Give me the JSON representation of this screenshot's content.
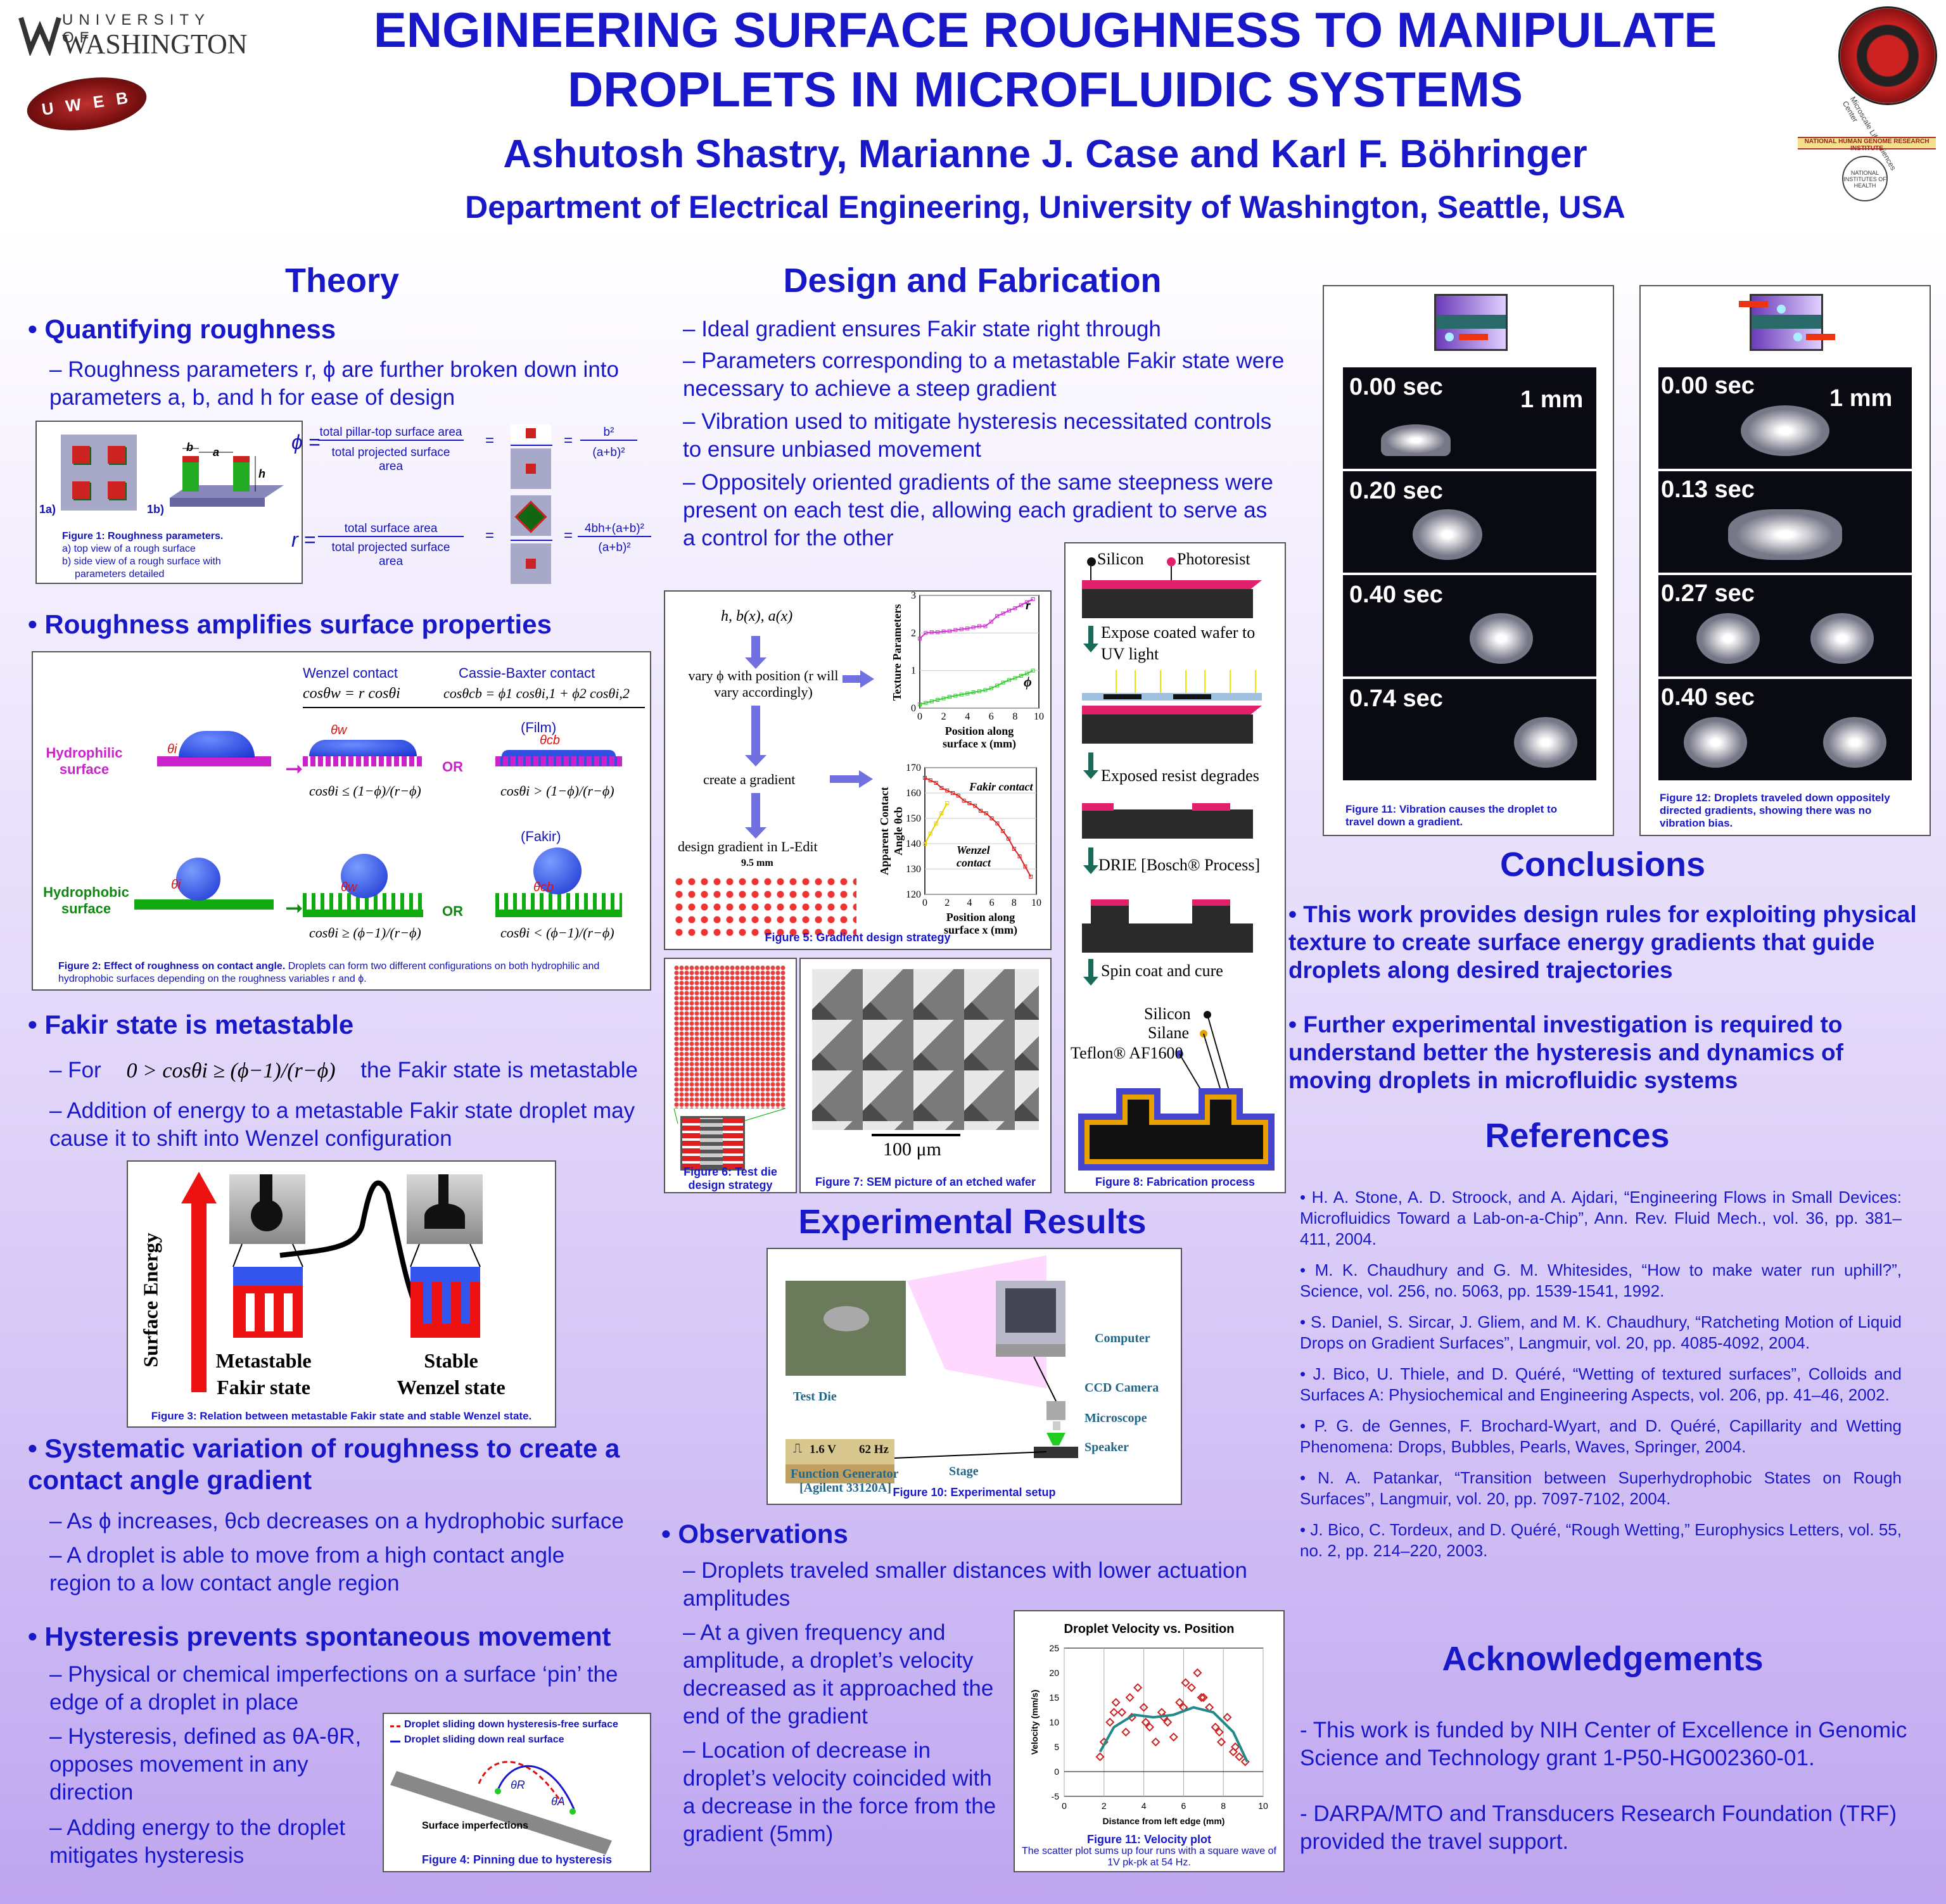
{
  "header": {
    "title_line1": "ENGINEERING SURFACE ROUGHNESS TO MANIPULATE",
    "title_line2": "DROPLETS IN MICROFLUIDIC SYSTEMS",
    "authors": "Ashutosh Shastry, Marianne J. Case and Karl F. Böhringer",
    "department": "Department of Electrical Engineering, University of Washington, Seattle, USA",
    "uw_logo_top": "UNIVERSITY OF",
    "uw_logo_bottom": "WASHINGTON",
    "uweb_logo": "U W E B",
    "mlsc_logo": "Microscale Life Sciences Center",
    "nhgri_logo": "NATIONAL HUMAN GENOME RESEARCH INSTITUTE",
    "nih_logo": "NATIONAL INSTITUTES OF HEALTH"
  },
  "theory": {
    "title": "Theory",
    "h1": "• Quantifying roughness",
    "h1_b1": "– Roughness parameters r, ϕ are further broken down into parameters a, b, and h for ease of design",
    "fig1": {
      "la": "1a)",
      "lb": "1b)",
      "b": "b",
      "a": "a",
      "h": "h",
      "cap_t": "Figure 1: Roughness parameters.",
      "cap_a": "a) top view of a rough surface",
      "cap_b": "b) side view of a rough surface with",
      "cap_c": "parameters detailed"
    },
    "eq": {
      "phi": "ϕ =",
      "phi_num": "total pillar-top surface area",
      "phi_den": "total projected surface area",
      "phi_res_num": "b²",
      "phi_res_den": "(a+b)²",
      "r": "r =",
      "r_num": "total surface area",
      "r_den": "total projected surface area",
      "r_res_num": "4bh+(a+b)²",
      "r_res_den": "(a+b)²",
      "eqs": "="
    },
    "h2": "• Roughness amplifies surface properties",
    "fig2": {
      "wenzel": "Wenzel contact",
      "wenzel_eq": "cosθw = r cosθi",
      "cassie": "Cassie-Baxter contact",
      "cassie_eq": "cosθcb = ϕ1 cosθi,1 + ϕ2 cosθi,2",
      "film": "(Film)",
      "fakir": "(Fakir)",
      "hydrophilic": "Hydrophilic surface",
      "hydrophobic": "Hydrophobic surface",
      "or": "OR",
      "c1": "cosθi ≤ (1−ϕ)/(r−ϕ)",
      "c2": "cosθi > (1−ϕ)/(r−ϕ)",
      "c3": "cosθi ≥ (ϕ−1)/(r−ϕ)",
      "c4": "cosθi < (ϕ−1)/(r−ϕ)",
      "th_i": "θi",
      "th_w": "θw",
      "th_cb": "θcb",
      "cap1": "Figure 2: Effect of roughness on contact angle.",
      "cap2": " Droplets can form two different configurations on both hydrophilic and hydrophobic surfaces depending on the roughness variables r and ϕ."
    },
    "h3": "• Fakir state is metastable",
    "h3_b1a": "– For",
    "h3_b1eq": "0 > cosθi ≥ (ϕ−1)/(r−ϕ)",
    "h3_b1b": "the Fakir state is metastable",
    "h3_b2": "– Addition of energy to a metastable Fakir state droplet may cause it to shift into Wenzel configuration",
    "fig3": {
      "axis": "Surface Energy",
      "l1a": "Metastable",
      "l1b": "Fakir state",
      "l2a": "Stable",
      "l2b": "Wenzel state",
      "cap": "Figure 3: Relation between metastable Fakir state and stable Wenzel state."
    },
    "h4": "• Systematic variation of roughness to create a contact angle gradient",
    "h4_b1": "– As ϕ increases, θcb decreases on a hydrophobic surface",
    "h4_b2": "– A droplet is able to move from a high contact angle region to a low contact angle region",
    "h5": "• Hysteresis prevents spontaneous movement",
    "h5_b1": "– Physical or chemical imperfections on a surface ‘pin’ the edge of a droplet in place",
    "h5_b2": "– Hysteresis, defined as θA-θR, opposes movement in any direction",
    "h5_b3": "– Adding energy to the droplet mitigates hysteresis",
    "fig4": {
      "leg1": "Droplet sliding down hysteresis-free surface",
      "leg2": "Droplet sliding down real surface",
      "thr": "θR",
      "tha": "θA",
      "imp": "Surface imperfections",
      "cap": "Figure 4: Pinning due to hysteresis"
    }
  },
  "design": {
    "title": "Design and Fabrication",
    "b1": "– Ideal gradient ensures Fakir state right through",
    "b2": "– Parameters corresponding to a metastable Fakir state were necessary to achieve a steep gradient",
    "b3": "– Vibration used to mitigate hysteresis necessitated controls to ensure unbiased movement",
    "b4": "– Oppositely oriented gradients of the same steepness were present on each test die, allowing each gradient to serve as a control for the other",
    "fig5": {
      "s1": "h, b(x), a(x)",
      "s2": "vary ϕ with position (r will vary accordingly)",
      "s3": "create a gradient",
      "s4": "design gradient in L-Edit",
      "dim": "9.5 mm",
      "p1_ylabel": "Texture Parameters",
      "p1_xlabel": "Position along surface x (mm)",
      "p1_r": "r",
      "p1_phi": "ϕ",
      "p2_ylabel": "Apparent Contact Angle θcb",
      "p2_xlabel": "Position along surface x (mm)",
      "p2_fakir": "Fakir contact",
      "p2_wenzel": "Wenzel contact",
      "cap": "Figure 5: Gradient design strategy"
    },
    "fig6": {
      "cap": "Figure 6: Test die design strategy"
    },
    "fig7": {
      "scale": "100 μm",
      "cap": "Figure 7: SEM picture of an etched wafer"
    },
    "fig8": {
      "silicon": "Silicon",
      "photoresist": "Photoresist",
      "s1": "Expose coated wafer to UV light",
      "s2": "Exposed resist degrades",
      "s3": "DRIE [Bosch® Process]",
      "s4": "Spin coat and cure",
      "l_si": "Silicon",
      "l_sil": "Silane",
      "l_tef": "Teflon® AF1600",
      "cap": "Figure 8: Fabrication process"
    }
  },
  "chart_data": [
    {
      "type": "line",
      "title": "",
      "xlabel": "Position along surface x (mm)",
      "ylabel": "Texture Parameters",
      "xlim": [
        0,
        10
      ],
      "ylim": [
        0,
        3
      ],
      "x_ticks": [
        0,
        2,
        4,
        6,
        8,
        10
      ],
      "y_ticks": [
        0,
        1,
        2,
        3
      ],
      "series": [
        {
          "name": "r",
          "color": "#cc33cc",
          "x": [
            0,
            0.5,
            1,
            1.5,
            2,
            2.5,
            3,
            3.5,
            4,
            4.5,
            5,
            5.5,
            6,
            6.5,
            7,
            7.5,
            8,
            8.5,
            9,
            9.5
          ],
          "y": [
            1.85,
            2.0,
            2.02,
            2.02,
            2.04,
            2.05,
            2.08,
            2.1,
            2.12,
            2.15,
            2.18,
            2.18,
            2.3,
            2.45,
            2.52,
            2.6,
            2.66,
            2.74,
            2.82,
            2.9
          ]
        },
        {
          "name": "ϕ",
          "color": "#33cc33",
          "x": [
            0,
            0.5,
            1,
            1.5,
            2,
            2.5,
            3,
            3.5,
            4,
            4.5,
            5,
            5.5,
            6,
            6.5,
            7,
            7.5,
            8,
            8.5,
            9,
            9.5
          ],
          "y": [
            0.1,
            0.14,
            0.18,
            0.22,
            0.26,
            0.3,
            0.33,
            0.36,
            0.39,
            0.42,
            0.45,
            0.48,
            0.53,
            0.6,
            0.68,
            0.75,
            0.8,
            0.86,
            0.92,
            1.0
          ]
        }
      ]
    },
    {
      "type": "line",
      "title": "",
      "xlabel": "Position along surface x (mm)",
      "ylabel": "Apparent Contact Angle θcb",
      "xlim": [
        0,
        10
      ],
      "ylim": [
        120,
        170
      ],
      "x_ticks": [
        0,
        2,
        4,
        6,
        8,
        10
      ],
      "y_ticks": [
        120,
        130,
        140,
        150,
        160,
        170
      ],
      "series": [
        {
          "name": "Fakir contact",
          "color": "#dd2222",
          "x": [
            0,
            0.5,
            1,
            1.5,
            2,
            2.5,
            3,
            3.5,
            4,
            4.5,
            5,
            5.5,
            6,
            6.5,
            7,
            7.5,
            8,
            8.5,
            9,
            9.5
          ],
          "y": [
            166,
            165,
            164,
            162,
            161,
            160,
            159,
            157,
            156,
            155,
            153,
            152,
            150,
            148,
            145,
            142,
            138,
            135,
            131,
            127
          ]
        },
        {
          "name": "Wenzel contact",
          "color": "#e8d000",
          "x": [
            0,
            0.5,
            1,
            1.5,
            2
          ],
          "y": [
            140,
            144,
            148,
            152,
            156
          ]
        }
      ]
    },
    {
      "type": "scatter",
      "title": "Droplet Velocity vs. Position",
      "xlabel": "Distance from left edge (mm)",
      "ylabel": "Velocity (mm/s)",
      "xlim": [
        0,
        10
      ],
      "ylim": [
        -5,
        25
      ],
      "x_ticks": [
        0,
        2,
        4,
        6,
        8,
        10
      ],
      "y_ticks": [
        -5,
        0,
        5,
        10,
        15,
        20,
        25
      ],
      "series": [
        {
          "name": "",
          "color": "#cc2222",
          "x": [
            1.8,
            2.0,
            2.3,
            2.6,
            2.9,
            3.1,
            3.4,
            3.7,
            4.0,
            4.3,
            4.6,
            4.9,
            5.2,
            5.5,
            5.8,
            6.1,
            6.4,
            6.7,
            7.0,
            7.3,
            7.6,
            7.9,
            8.2,
            8.5,
            8.8,
            9.1,
            2.5,
            3.3,
            4.1,
            5.0,
            6.0,
            6.9,
            7.8,
            8.6
          ],
          "y": [
            3,
            6,
            10,
            14,
            12,
            8,
            11,
            17,
            13,
            9,
            6,
            12,
            10,
            7,
            14,
            18,
            17,
            20,
            15,
            13,
            9,
            6,
            11,
            4,
            3,
            2,
            12,
            15,
            10,
            11,
            13,
            15,
            8,
            5
          ]
        },
        {
          "name": "",
          "color": "#228888",
          "x": [
            1.8,
            2.5,
            3.5,
            4.5,
            5.5,
            6.5,
            7.5,
            8.5,
            9.2
          ],
          "y": [
            4,
            9,
            11.5,
            11,
            11.5,
            13,
            12,
            8,
            2
          ]
        }
      ]
    }
  ],
  "observations": {
    "h": "• Observations",
    "b1": "– Droplets traveled smaller distances with lower actuation amplitudes",
    "b2": "– At a given frequency and amplitude, a droplet’s velocity decreased as it approached the end of the gradient",
    "b3": "– Location of decrease in droplet’s velocity coincided with a decrease in the force from the gradient (5mm)"
  },
  "results": {
    "title": "Experimental Results",
    "fig10": {
      "computer": "Computer",
      "ccd": "CCD Camera",
      "microscope": "Microscope",
      "speaker": "Speaker",
      "testdie": "Test Die",
      "stage": "Stage",
      "fg_v": "1.6 V",
      "fg_f": "62 Hz",
      "fg1": "Function Generator",
      "fg2": "[Agilent 33120A]",
      "cap": "Figure 10: Experimental setup"
    },
    "fig11v": {
      "y_tick_labels": [
        "-5",
        "0",
        "5",
        "10",
        "15",
        "20",
        "25"
      ],
      "x_tick_labels": [
        "0",
        "2",
        "4",
        "6",
        "8",
        "10"
      ],
      "cap": "Figure 11: Velocity plot",
      "cap2": "The scatter plot sums up four runs with a square wave of 1V pk-pk at 54 Hz."
    }
  },
  "fig11": {
    "scale": "1 mm",
    "t": [
      "0.00 sec",
      "0.20 sec",
      "0.40 sec",
      "0.74 sec"
    ],
    "cap": "Figure 11: Vibration causes the droplet to travel down a gradient."
  },
  "fig12": {
    "scale": "1 mm",
    "t": [
      "0.00 sec",
      "0.13 sec",
      "0.27 sec",
      "0.40 sec"
    ],
    "cap": "Figure 12: Droplets traveled down oppositely directed gradients, showing there was no vibration bias."
  },
  "conclusions": {
    "title": "Conclusions",
    "c1": "• This work provides design rules for exploiting physical texture to create surface energy gradients that guide droplets along desired trajectories",
    "c2": "• Further experimental investigation is required to understand better the hysteresis and dynamics of moving droplets in microfluidic systems"
  },
  "references": {
    "title": "References",
    "items": [
      "• H. A. Stone, A. D. Stroock, and A. Ajdari, “Engineering Flows in Small Devices: Microfluidics Toward a Lab-on-a-Chip”, Ann. Rev. Fluid Mech., vol. 36, pp. 381–411, 2004.",
      "• M. K. Chaudhury and G. M. Whitesides, “How to make water run uphill?”, Science, vol. 256, no. 5063, pp. 1539-1541, 1992.",
      "• S. Daniel, S. Sircar, J. Gliem, and M. K. Chaudhury, “Ratcheting Motion of Liquid Drops on Gradient Surfaces”, Langmuir, vol. 20, pp. 4085-4092, 2004.",
      "• J. Bico, U. Thiele, and D. Quéré, “Wetting of textured surfaces”, Colloids and Surfaces A: Physiochemical and Engineering Aspects, vol. 206, pp. 41–46, 2002.",
      "• P. G. de Gennes, F. Brochard-Wyart, and D. Quéré, Capillarity and Wetting Phenomena: Drops, Bubbles, Pearls, Waves, Springer, 2004.",
      "• N. A. Patankar, “Transition between Superhydrophobic States on Rough Surfaces”, Langmuir, vol. 20, pp. 7097-7102, 2004.",
      "• J. Bico, C. Tordeux, and D. Quéré, “Rough Wetting,” Europhysics Letters, vol. 55, no. 2, pp. 214–220, 2003."
    ]
  },
  "acknowledgements": {
    "title": "Acknowledgements",
    "a1": "- This work is funded by NIH Center of Excellence in Genomic Science and Technology grant 1-P50-HG002360-01.",
    "a2": "- DARPA/MTO and Transducers Research Foundation (TRF) provided the travel support."
  }
}
